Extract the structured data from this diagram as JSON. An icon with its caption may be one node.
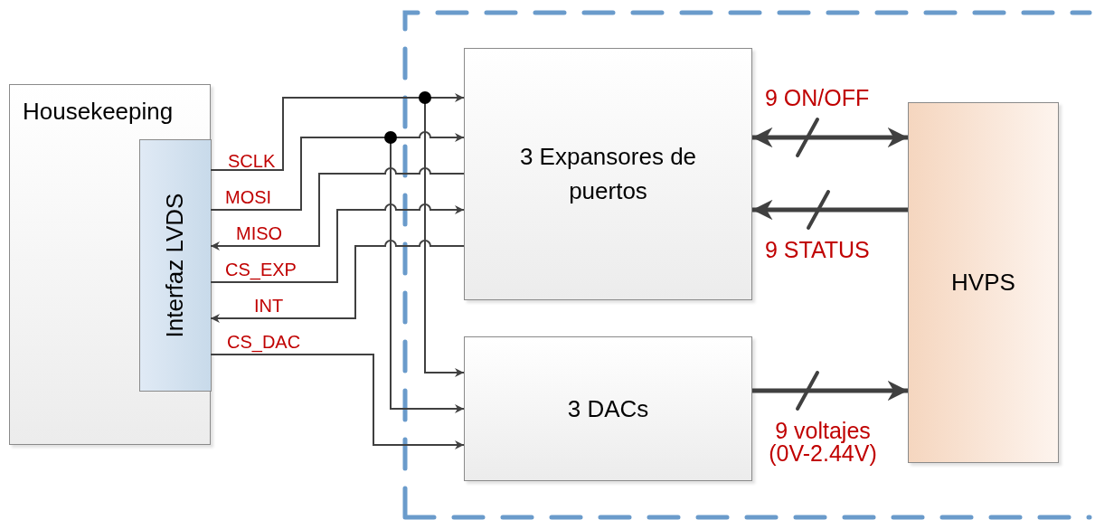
{
  "diagram": {
    "nodes": [
      {
        "text": [
          "Housekeeping"
        ]
      },
      {
        "text": [
          "Interfaz LVDS"
        ],
        "in": 0
      },
      {
        "text": [
          "3 Expansores de puertos"
        ]
      },
      {
        "text": [
          "3 DACs"
        ]
      },
      {
        "text": [
          "HVPS"
        ]
      }
    ],
    "edges": [
      {
        "from": 1,
        "to": 2,
        "arrow": "to",
        "label": "SCLK"
      },
      {
        "from": 1,
        "to": 3,
        "arrow": "to"
      },
      {
        "from": 1,
        "to": 2,
        "arrow": "to",
        "label": "MOSI"
      },
      {
        "from": 1,
        "to": 3,
        "arrow": "to"
      },
      {
        "from": 2,
        "to": 1,
        "arrow": "to",
        "label": "MISO"
      },
      {
        "from": 1,
        "to": 2,
        "arrow": "to",
        "label": "CS_EXP"
      },
      {
        "from": 2,
        "to": 1,
        "arrow": "to",
        "label": "INT"
      },
      {
        "from": 1,
        "to": 3,
        "arrow": "to",
        "label": "CS_DAC"
      },
      {
        "from": 2,
        "to": 4,
        "arrow": "both",
        "label": "9 ON/OFF",
        "style": "thick"
      },
      {
        "from": 4,
        "to": 2,
        "arrow": "to",
        "label": "9 STATUS",
        "style": "thick"
      },
      {
        "from": 3,
        "to": 4,
        "arrow": "to",
        "label": "9 voltajes (0V-2.44V)",
        "style": "thick"
      }
    ]
  }
}
